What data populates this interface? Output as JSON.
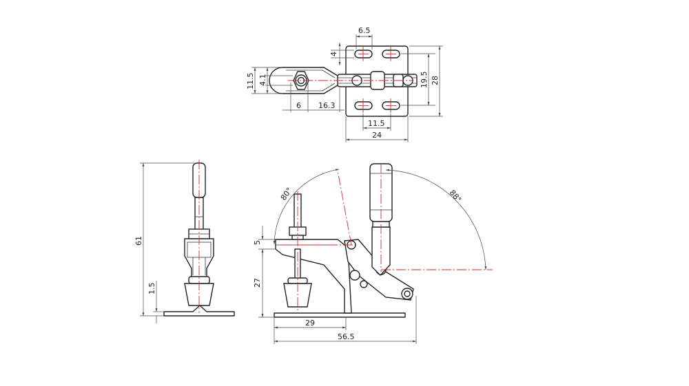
{
  "dimensions": {
    "top_hole_pitch": "6.5",
    "top_slot_offset": "4",
    "top_height_outer": "11.5",
    "top_height_inner": "4.1",
    "top_bolt": "6",
    "top_arm": "16.3",
    "top_base_pitch": "11.5",
    "top_base_width": "24",
    "top_inner_height": "19.5",
    "top_total_height": "28",
    "side_total_height": "61",
    "side_base_thickness": "1.5",
    "front_spindle_offset": "5",
    "front_height": "27",
    "front_spindle_reach": "29",
    "front_total_length": "56.5",
    "angle_open_spindle": "80°",
    "angle_open_handle": "88°"
  },
  "colors": {
    "outline": "#222222",
    "centerline": "#d9262b",
    "dimension": "#444444"
  }
}
